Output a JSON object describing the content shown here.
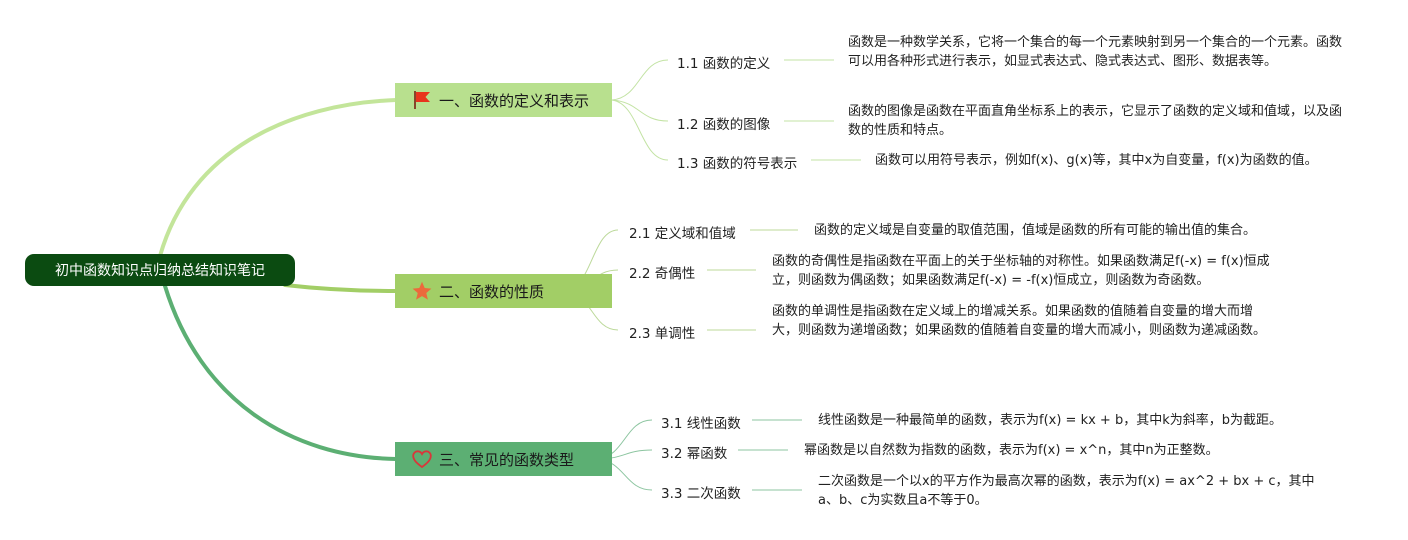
{
  "root": {
    "label": "初中函数知识点归纳总结知识笔记"
  },
  "branches": [
    {
      "label": "一、函数的定义和表示",
      "icon": "flag-icon",
      "color": "#b8e08e",
      "items": [
        {
          "label": "1.1 函数的定义",
          "desc": "函数是一种数学关系，它将一个集合的每一个元素映射到另一个集合的一个元素。函数可以用各种形式进行表示，如显式表达式、隐式表达式、图形、数据表等。"
        },
        {
          "label": "1.2 函数的图像",
          "desc": "函数的图像是函数在平面直角坐标系上的表示，它显示了函数的定义域和值域，以及函数的性质和特点。"
        },
        {
          "label": "1.3 函数的符号表示",
          "desc": "函数可以用符号表示，例如f(x)、g(x)等，其中x为自变量，f(x)为函数的值。"
        }
      ]
    },
    {
      "label": "二、函数的性质",
      "icon": "star-icon",
      "color": "#a2ce66",
      "items": [
        {
          "label": "2.1 定义域和值域",
          "desc": "函数的定义域是自变量的取值范围，值域是函数的所有可能的输出值的集合。"
        },
        {
          "label": "2.2 奇偶性",
          "desc": "函数的奇偶性是指函数在平面上的关于坐标轴的对称性。如果函数满足f(-x) = f(x)恒成立，则函数为偶函数；如果函数满足f(-x) = -f(x)恒成立，则函数为奇函数。"
        },
        {
          "label": "2.3 单调性",
          "desc": "函数的单调性是指函数在定义域上的增减关系。如果函数的值随着自变量的增大而增大，则函数为递增函数；如果函数的值随着自变量的增大而减小，则函数为递减函数。"
        }
      ]
    },
    {
      "label": "三、常见的函数类型",
      "icon": "heart-icon",
      "color": "#5caf73",
      "items": [
        {
          "label": "3.1 线性函数",
          "desc": "线性函数是一种最简单的函数，表示为f(x) = kx + b，其中k为斜率，b为截距。"
        },
        {
          "label": "3.2 幂函数",
          "desc": "幂函数是以自然数为指数的函数，表示为f(x) = x^n，其中n为正整数。"
        },
        {
          "label": "3.3 二次函数",
          "desc": "二次函数是一个以x的平方作为最高次幂的函数，表示为f(x) = ax^2 + bx + c，其中a、b、c为实数且a不等于0。"
        }
      ]
    }
  ]
}
